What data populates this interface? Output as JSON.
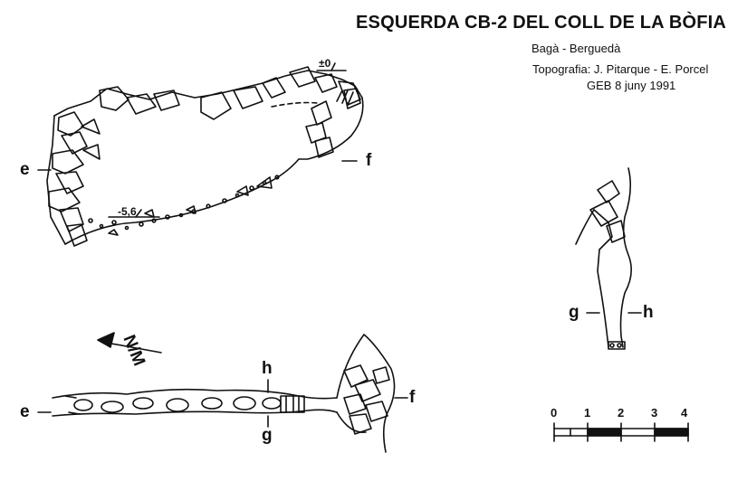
{
  "header": {
    "title": "ESQUERDA CB-2 DEL COLL DE LA BÒFIA",
    "location": "Bagà - Berguedà",
    "topography": "Topografia: J. Pitarque - E. Porcel",
    "survey": "GEB   8 juny 1991"
  },
  "elevation": {
    "depth_top": "±0",
    "depth_bottom": "-5,6",
    "label_e": "e",
    "label_f": "f"
  },
  "plan": {
    "label_e": "e",
    "label_f": "f",
    "label_g": "g",
    "label_h": "h",
    "north_label": "N/M"
  },
  "cross_section": {
    "label_g": "g",
    "label_h": "h"
  },
  "scale": {
    "ticks": [
      "0",
      "1",
      "2",
      "3",
      "4"
    ]
  }
}
